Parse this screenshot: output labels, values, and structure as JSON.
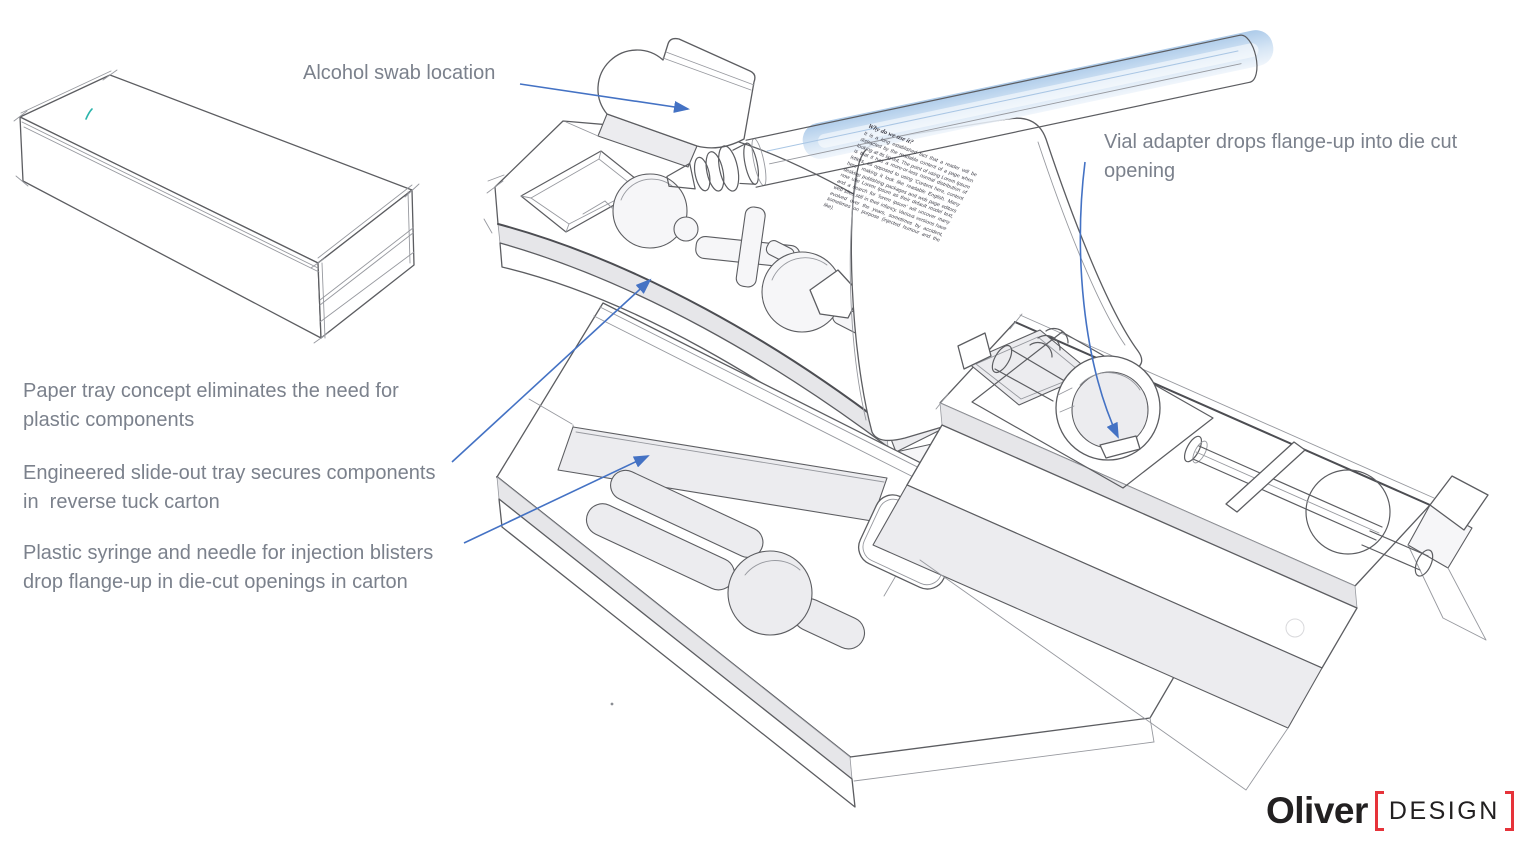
{
  "slide": {
    "annotations": {
      "alcohol_swab": {
        "text": "Alcohol swab location"
      },
      "vial_adapter": {
        "text": "Vial adapter drops flange-up into die cut opening"
      },
      "paper_tray": {
        "text": "Paper tray concept eliminates the need for plastic components"
      },
      "slide_out_tray": {
        "text": "Engineered slide-out tray secures components in  reverse tuck carton"
      },
      "syringe_blisters": {
        "text": "Plastic syringe and needle for injection blisters drop flange-up in die-cut openings in carton"
      }
    },
    "lid_panel": {
      "title": "Why do we use it?",
      "body": "It is a long established fact that a reader will be distracted by the readable content of a page when looking at its layout. The point of using Lorem Ipsum is that it has a more-or-less normal distribution of letters, as opposed to using 'Content here, content here', making it look like readable English. Many desktop publishing packages and web page editors now use Lorem Ipsum as their default model text, and a search for 'lorem ipsum' will uncover many web sites still in their infancy. Various versions have evolved over the years, sometimes by accident, sometimes on purpose (injected humour and the like)."
    },
    "logo": {
      "brand": "Oliver",
      "bracket_word": "DESIGN"
    },
    "icons": {
      "leader_arrow_glyph": "▶"
    },
    "colors": {
      "annotation_text": "#7b818c",
      "arrow_blue": "#4472c4",
      "logo_black": "#222021",
      "logo_red": "#e6333a",
      "sketch_line": "#5c5d61",
      "sketch_light": "#97999f",
      "sketch_dark": "#4c4d52",
      "syringe_blue": "#b7d2ed"
    }
  }
}
